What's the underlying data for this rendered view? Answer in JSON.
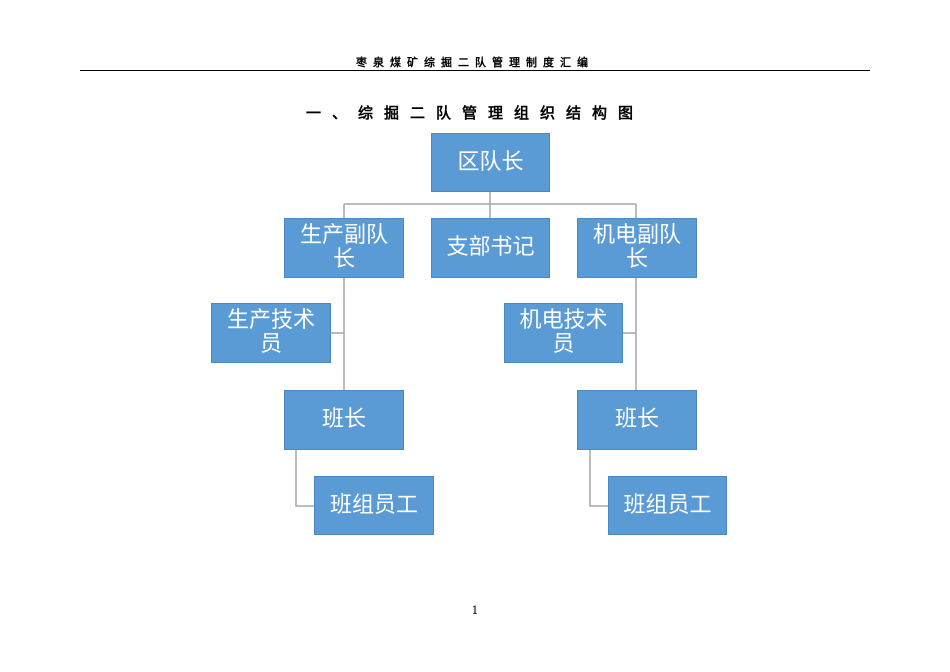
{
  "header": {
    "running_title": "枣泉煤矿综掘二队管理制度汇编"
  },
  "title": "一、综掘二队管理组织结构图",
  "org_chart": {
    "nodes": {
      "captain": "区队长",
      "prod_vice": "生产副队长",
      "party_secretary": "支部书记",
      "mech_vice": "机电副队长",
      "prod_tech": "生产技术员",
      "mech_tech": "机电技术员",
      "left_team_leader": "班长",
      "right_team_leader": "班长",
      "left_team_staff": "班组员工",
      "right_team_staff": "班组员工"
    },
    "box_color": "#5b9bd5",
    "line_color": "#a6a6a6"
  },
  "footer": {
    "page_number": "1"
  }
}
